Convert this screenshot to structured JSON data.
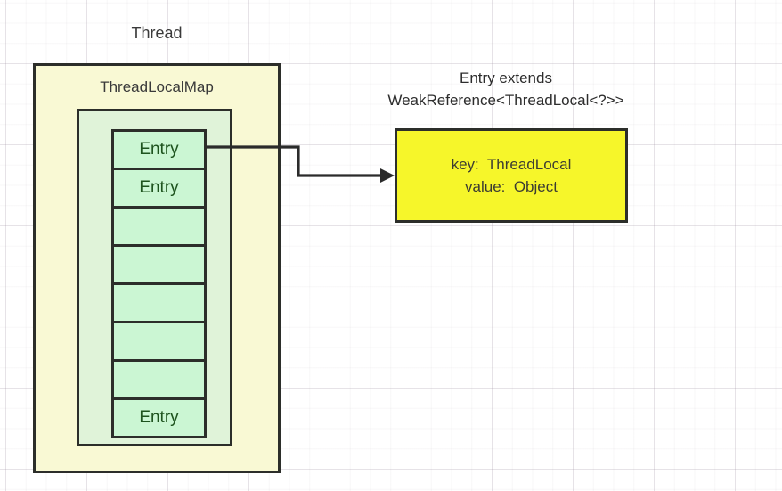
{
  "diagram": {
    "thread_label": "Thread",
    "map_title": "ThreadLocalMap",
    "cells": [
      {
        "label": "Entry"
      },
      {
        "label": "Entry"
      },
      {
        "label": ""
      },
      {
        "label": ""
      },
      {
        "label": ""
      },
      {
        "label": ""
      },
      {
        "label": ""
      },
      {
        "label": "Entry"
      }
    ],
    "entry_note": {
      "line1": "Entry extends",
      "line2": "WeakReference<ThreadLocal<?>>"
    },
    "entry_box": {
      "line1": "key:  ThreadLocal",
      "line2": "value:  Object"
    },
    "colors": {
      "outer_box_fill": "#f9f9d4",
      "inner_box_fill": "#e0f3d9",
      "cell_fill": "#cbf6d3",
      "entry_box_fill": "#f6f62a",
      "border": "#2c2e2a",
      "cell_text": "#1e531e",
      "label_text": "#3a3a3a"
    }
  }
}
